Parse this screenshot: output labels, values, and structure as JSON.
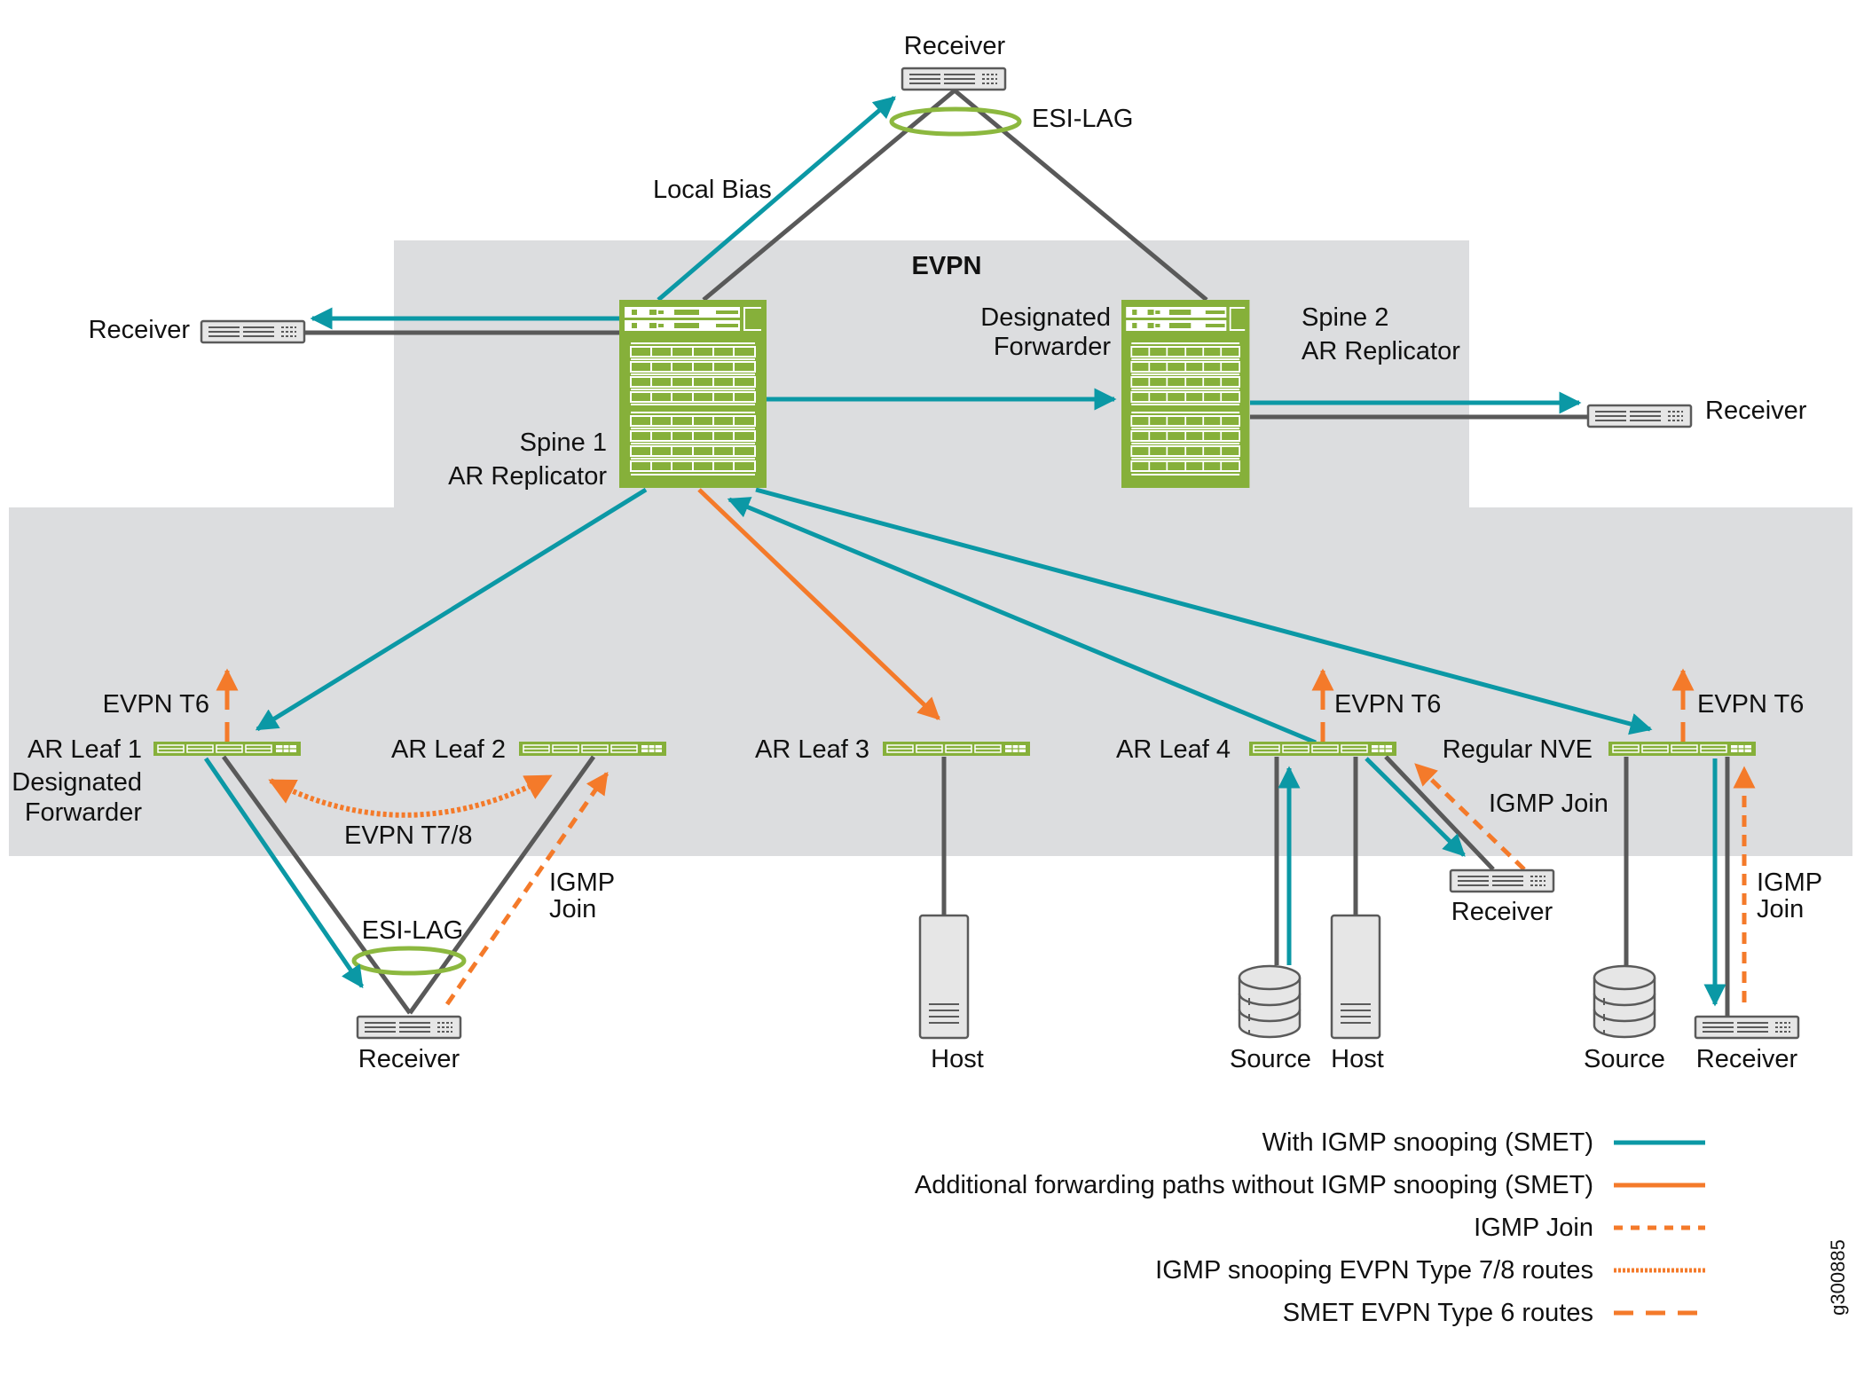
{
  "colors": {
    "region_bg": "#DCDDDF",
    "device_green": "#86B03A",
    "teal": "#0B98A5",
    "orange": "#F47A2A",
    "link_gray": "#595959",
    "esi_ring": "#8CB83F",
    "endpoint_fill": "#E6E6E6",
    "endpoint_stroke": "#5A5A5A"
  },
  "region": {
    "label": "EVPN"
  },
  "nodes": {
    "spine1": {
      "name": "Spine 1",
      "role": "AR Replicator"
    },
    "spine2": {
      "name": "Spine 2",
      "role": "AR Replicator",
      "note_line1": "Designated",
      "note_line2": "Forwarder"
    },
    "leaf1": {
      "name": "AR Leaf 1",
      "note_line1": "Designated",
      "note_line2": "Forwarder",
      "t6": "EVPN T6"
    },
    "leaf2": {
      "name": "AR Leaf 2"
    },
    "leaf3": {
      "name": "AR Leaf 3"
    },
    "leaf4": {
      "name": "AR Leaf 4",
      "t6": "EVPN T6"
    },
    "nve": {
      "name": "Regular NVE",
      "t6": "EVPN T6"
    }
  },
  "endpoints": {
    "receiver_top": "Receiver",
    "receiver_left": "Receiver",
    "receiver_right": "Receiver",
    "receiver_leaf12": "Receiver",
    "host_leaf3": "Host",
    "source_leaf4": "Source",
    "host_leaf4": "Host",
    "receiver_leaf4": "Receiver",
    "source_nve": "Source",
    "receiver_nve": "Receiver"
  },
  "annotations": {
    "local_bias": "Local Bias",
    "esi_lag_top": "ESI-LAG",
    "esi_lag_bottom": "ESI-LAG",
    "evpn_t78": "EVPN T7/8",
    "igmp_join_leaf2_l1": "IGMP",
    "igmp_join_leaf2_l2": "Join",
    "igmp_join_leaf4": "IGMP Join",
    "igmp_join_nve_l1": "IGMP",
    "igmp_join_nve_l2": "Join"
  },
  "legend": [
    {
      "label": "With IGMP snooping (SMET)",
      "style": "solid",
      "color": "teal"
    },
    {
      "label": "Additional forwarding paths without IGMP snooping (SMET)",
      "style": "solid",
      "color": "orange"
    },
    {
      "label": "IGMP Join",
      "style": "dashed",
      "color": "orange"
    },
    {
      "label": "IGMP snooping EVPN Type 7/8 routes",
      "style": "dotted",
      "color": "orange"
    },
    {
      "label": "SMET EVPN Type 6 routes",
      "style": "long-dashed",
      "color": "orange"
    }
  ],
  "figure_id": "g300885"
}
